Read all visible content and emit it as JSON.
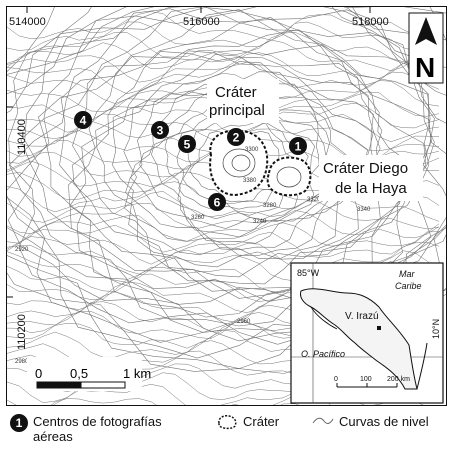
{
  "map": {
    "coords_top": [
      "514000",
      "516000",
      "518000"
    ],
    "coords_left": [
      "110400",
      "110200"
    ],
    "north_label": "N",
    "crater_principal_label": [
      "Cráter",
      "principal"
    ],
    "crater_diego_label": [
      "Cráter Diego",
      "de la Haya"
    ],
    "photo_centers": [
      "1",
      "2",
      "3",
      "4",
      "5",
      "6"
    ],
    "contour_labels": [
      "3300",
      "3380",
      "3240",
      "3280",
      "3260",
      "3320",
      "3340",
      "2980",
      "2920",
      "2960"
    ],
    "scale": {
      "ticks": [
        "0",
        "0,5",
        "1 km"
      ]
    },
    "inset": {
      "lon_label": "85°W",
      "lat_label": "10°N",
      "sea_labels": [
        "Mar",
        "Caribe",
        "O. Pacífico"
      ],
      "volcano_label": "V. Irazú",
      "scale_ticks": [
        "0",
        "100",
        "200 km"
      ]
    }
  },
  "legend": {
    "photo_centers_label": [
      "Centros de fotografías",
      "aéreas"
    ],
    "photo_badge": "1",
    "crater_label": "Cráter",
    "contours_label": "Curvas de nivel"
  }
}
